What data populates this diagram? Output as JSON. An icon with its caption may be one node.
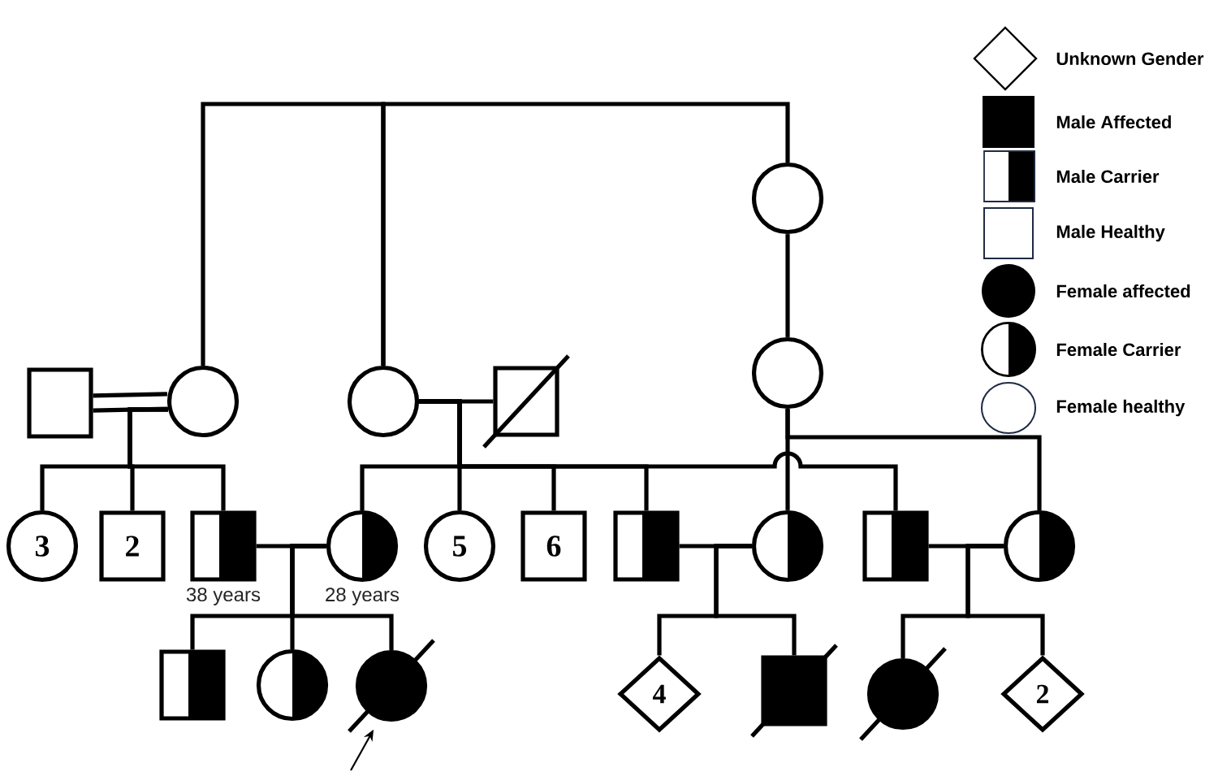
{
  "diagram": {
    "nodes": [
      {
        "text": [],
        "shape": "circle"
      },
      {
        "text": [],
        "shape": "box"
      },
      {
        "text": [],
        "shape": "circle"
      },
      {
        "text": [],
        "shape": "circle"
      },
      {
        "text": [],
        "shape": "box"
      },
      {
        "text": [],
        "shape": "circle"
      },
      {
        "text": [
          "3"
        ]
      },
      {
        "text": [
          "2"
        ]
      },
      {
        "text": [],
        "shape": "box",
        "beside": [
          "38 years"
        ]
      },
      {
        "text": [],
        "shape": "circle",
        "beside": [
          "28 years"
        ]
      },
      {
        "text": [
          "5"
        ]
      },
      {
        "text": [
          "6"
        ]
      },
      {
        "text": [],
        "shape": "box"
      },
      {
        "text": [],
        "shape": "circle"
      },
      {
        "text": [],
        "shape": "box"
      },
      {
        "text": [],
        "shape": "circle"
      },
      {
        "text": [],
        "shape": "box"
      },
      {
        "text": [],
        "shape": "circle"
      },
      {
        "text": [],
        "shape": "circle"
      },
      {
        "text": [
          "4"
        ]
      },
      {
        "text": [],
        "shape": "box"
      },
      {
        "text": [],
        "shape": "circle"
      },
      {
        "text": [
          "2"
        ]
      }
    ],
    "edges": [
      {
        "from": 2,
        "to": 3,
        "arrow": "none"
      },
      {
        "from": 3,
        "to": 0,
        "arrow": "none"
      },
      {
        "from": 1,
        "to": 2,
        "arrow": "none"
      },
      {
        "from": 3,
        "to": 4,
        "arrow": "none"
      },
      {
        "from": 0,
        "to": 5,
        "arrow": "none"
      },
      {
        "from": 2,
        "to": 6,
        "arrow": "none"
      },
      {
        "from": 2,
        "to": 7,
        "arrow": "none"
      },
      {
        "from": 2,
        "to": 8,
        "arrow": "none"
      },
      {
        "from": 3,
        "to": 9,
        "arrow": "none"
      },
      {
        "from": 3,
        "to": 10,
        "arrow": "none"
      },
      {
        "from": 3,
        "to": 11,
        "arrow": "none"
      },
      {
        "from": 3,
        "to": 12,
        "arrow": "none"
      },
      {
        "from": 3,
        "to": 14,
        "arrow": "none"
      },
      {
        "from": 5,
        "to": 13,
        "arrow": "none"
      },
      {
        "from": 5,
        "to": 15,
        "arrow": "none"
      },
      {
        "from": 8,
        "to": 9,
        "arrow": "none"
      },
      {
        "from": 12,
        "to": 13,
        "arrow": "none"
      },
      {
        "from": 14,
        "to": 15,
        "arrow": "none"
      },
      {
        "from": 9,
        "to": 16,
        "arrow": "none"
      },
      {
        "from": 9,
        "to": 17,
        "arrow": "none"
      },
      {
        "from": 9,
        "to": 18,
        "arrow": "none"
      },
      {
        "from": 13,
        "to": 19,
        "arrow": "none"
      },
      {
        "from": 13,
        "to": 20,
        "arrow": "none"
      },
      {
        "from": 15,
        "to": 21,
        "arrow": "none"
      },
      {
        "from": 15,
        "to": 22,
        "arrow": "none"
      },
      {
        "from": null,
        "to": 18,
        "arrow": "to"
      }
    ],
    "legend": [
      {
        "text": "Unknown Gender"
      },
      {
        "text": "Male Affected"
      },
      {
        "text": "Male Carrier"
      },
      {
        "text": "Male Healthy"
      },
      {
        "text": "Female affected"
      },
      {
        "text": "Female Carrier"
      },
      {
        "text": "Female healthy"
      }
    ]
  }
}
